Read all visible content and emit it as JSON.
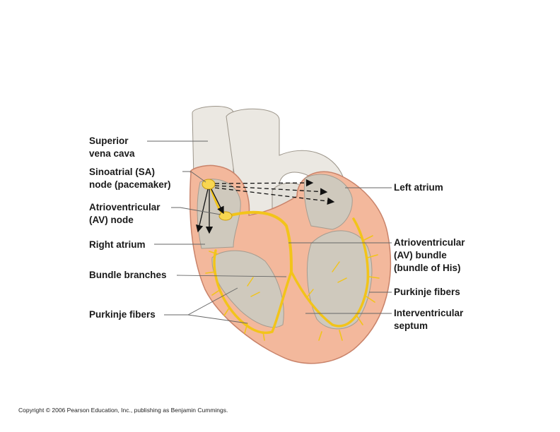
{
  "labels": {
    "superior_vena_cava": [
      "Superior",
      "vena cava"
    ],
    "sa_node": [
      "Sinoatrial (SA)",
      "node (pacemaker)"
    ],
    "av_node": [
      "Atrioventricular",
      "(AV) node"
    ],
    "right_atrium": [
      "Right atrium"
    ],
    "bundle_branches": [
      "Bundle branches"
    ],
    "purkinje_left": [
      "Purkinje fibers"
    ],
    "left_atrium": [
      "Left atrium"
    ],
    "av_bundle": [
      "Atrioventricular",
      "(AV) bundle",
      "(bundle of His)"
    ],
    "purkinje_right": [
      "Purkinje fibers"
    ],
    "septum": [
      "Interventricular",
      "septum"
    ]
  },
  "copyright": "Copyright © 2006 Pearson Education, Inc., publishing as Benjamin Cummings.",
  "colors": {
    "myocardium": "#f3b89c",
    "tissue_outline": "#c9836a",
    "vessel": "#ebe8e2",
    "chamber": "#cfc9bd",
    "conduction": "#f2c41a",
    "node": "#f8d650",
    "leader_line": "#666666"
  }
}
